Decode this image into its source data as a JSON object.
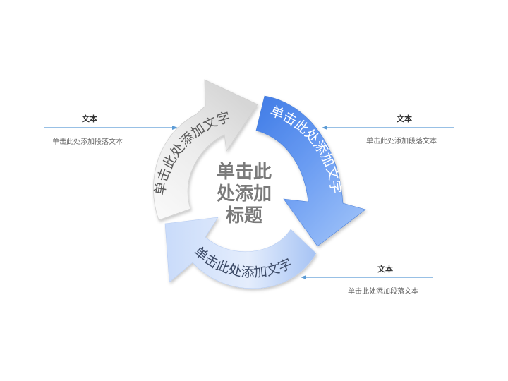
{
  "center_title": [
    "单击此",
    "处添加",
    "标题"
  ],
  "segments": [
    {
      "id": "gray",
      "label": "单击此处添加文字",
      "text_color": "#5a5a5a"
    },
    {
      "id": "blue",
      "label": "单击此处添加文字",
      "text_color": "#ffffff"
    },
    {
      "id": "light",
      "label": "单击此处添加文字",
      "text_color": "#3c4a66"
    }
  ],
  "annotations": [
    {
      "title": "文本",
      "body": "单击此处添加段落文本"
    },
    {
      "title": "文本",
      "body": "单击此处添加段落文本"
    },
    {
      "title": "文本",
      "body": "单击此处添加段落文本"
    }
  ],
  "colors": {
    "gray_arrow": "#e4e4e4",
    "blue_arrow": "#4f8af0",
    "light_arrow": "#cfe0fb",
    "connector": "#5b9bd5"
  }
}
